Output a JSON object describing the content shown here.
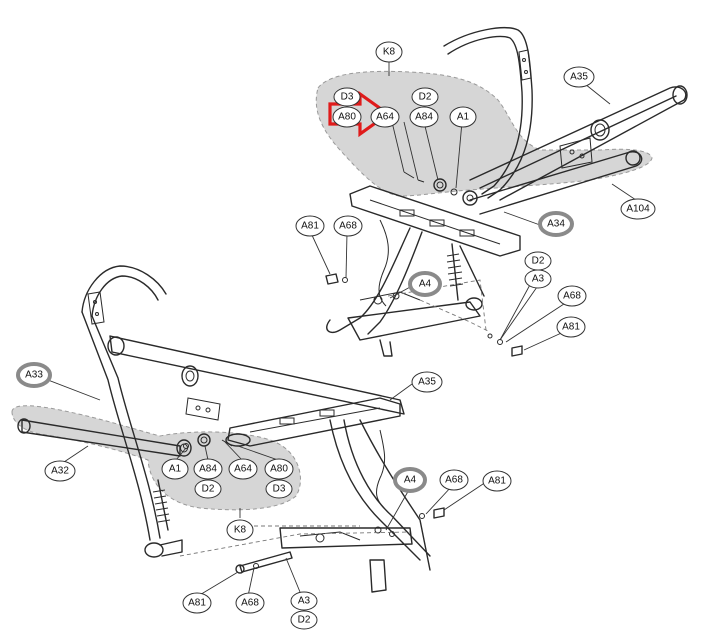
{
  "callouts": {
    "upper": {
      "K8": "K8",
      "D3": "D3",
      "D2": "D2",
      "A80": "A80",
      "A64": "A64",
      "A84": "A84",
      "A1": "A1",
      "A35": "A35",
      "A104": "A104",
      "A34": "A34",
      "A81": "A81",
      "A68": "A68",
      "A4": "A4",
      "D2b": "D2",
      "A3": "A3",
      "A68b": "A68",
      "A81b": "A81"
    },
    "lower": {
      "A33": "A33",
      "A32": "A32",
      "A35": "A35",
      "A1": "A1",
      "A84": "A84",
      "A64": "A64",
      "A80": "A80",
      "D2": "D2",
      "D3": "D3",
      "K8": "K8",
      "A4": "A4",
      "A68": "A68",
      "A81": "A81",
      "A81b": "A81",
      "A68b": "A68",
      "A3": "A3",
      "D2b": "D2"
    }
  },
  "colors": {
    "highlight_arrow": "#e01b1b",
    "group_fill": "#cfcfcf",
    "line": "#2a2a2a"
  }
}
